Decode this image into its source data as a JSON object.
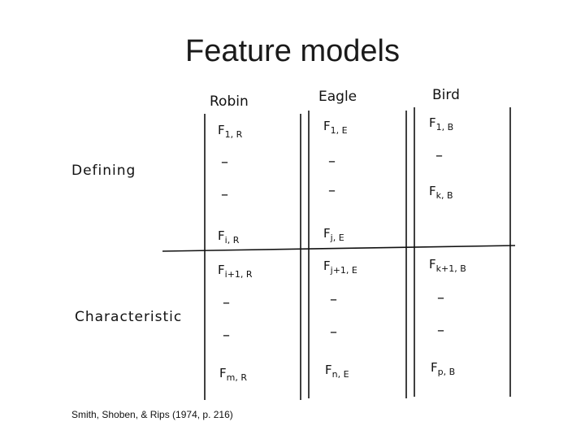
{
  "title": "Feature models",
  "columns": [
    "Robin",
    "Eagle",
    "Bird"
  ],
  "row_labels": {
    "defining": "Defining",
    "characteristic": "Characteristic"
  },
  "features": {
    "robin": [
      {
        "base": "F",
        "sub": "1, R"
      },
      {
        "base": "–",
        "sub": ""
      },
      {
        "base": "–",
        "sub": ""
      },
      {
        "base": "F",
        "sub": "i, R"
      },
      {
        "base": "F",
        "sub": "i+1, R"
      },
      {
        "base": "–",
        "sub": ""
      },
      {
        "base": "–",
        "sub": ""
      },
      {
        "base": "F",
        "sub": "m, R"
      }
    ],
    "eagle": [
      {
        "base": "F",
        "sub": "1, E"
      },
      {
        "base": "–",
        "sub": ""
      },
      {
        "base": "–",
        "sub": ""
      },
      {
        "base": "F",
        "sub": "j, E"
      },
      {
        "base": "F",
        "sub": "j+1, E"
      },
      {
        "base": "–",
        "sub": ""
      },
      {
        "base": "–",
        "sub": ""
      },
      {
        "base": "F",
        "sub": "n, E"
      }
    ],
    "bird": [
      {
        "base": "F",
        "sub": "1, B"
      },
      {
        "base": "–",
        "sub": ""
      },
      {
        "base": "F",
        "sub": "k, B"
      },
      {
        "base": "F",
        "sub": "k+1, B"
      },
      {
        "base": "–",
        "sub": ""
      },
      {
        "base": "–",
        "sub": ""
      },
      {
        "base": "F",
        "sub": "p, B"
      }
    ]
  },
  "citation": "Smith, Shoben, & Rips (1974, p. 216)"
}
